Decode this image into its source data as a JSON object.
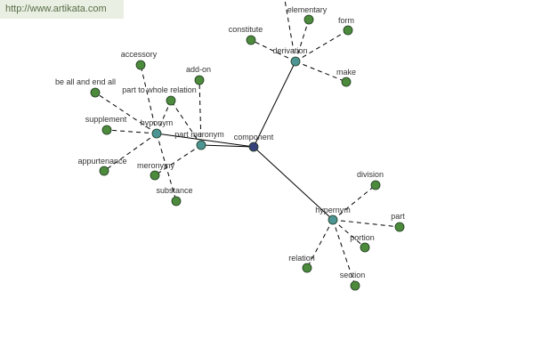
{
  "watermark": "http://www.artikata.com",
  "colors": {
    "center": "#35417a",
    "relation": "#4d9494",
    "leaf": "#4c8a3c",
    "outline": "#1f3a1f"
  },
  "nodes": [
    {
      "id": "component",
      "label": "component",
      "type": "center"
    },
    {
      "id": "derivation",
      "label": "derivation",
      "type": "relation"
    },
    {
      "id": "hypernym",
      "label": "hypernym",
      "type": "relation"
    },
    {
      "id": "hyponym",
      "label": "hyponym",
      "type": "relation"
    },
    {
      "id": "part_meronym",
      "label": "part meronym",
      "type": "relation"
    },
    {
      "id": "elementary",
      "label": "elementary",
      "type": "leaf"
    },
    {
      "id": "form",
      "label": "form",
      "type": "leaf"
    },
    {
      "id": "constitute",
      "label": "constitute",
      "type": "leaf"
    },
    {
      "id": "make",
      "label": "make",
      "type": "leaf"
    },
    {
      "id": "division",
      "label": "division",
      "type": "leaf"
    },
    {
      "id": "part",
      "label": "part",
      "type": "leaf"
    },
    {
      "id": "portion",
      "label": "portion",
      "type": "leaf"
    },
    {
      "id": "section",
      "label": "section",
      "type": "leaf"
    },
    {
      "id": "relation",
      "label": "relation",
      "type": "leaf"
    },
    {
      "id": "accessory",
      "label": "accessory",
      "type": "leaf"
    },
    {
      "id": "add_on",
      "label": "add-on",
      "type": "leaf"
    },
    {
      "id": "be_all",
      "label": "be all and end all",
      "type": "leaf"
    },
    {
      "id": "part_whole",
      "label": "part to whole relation",
      "type": "leaf"
    },
    {
      "id": "supplement",
      "label": "supplement",
      "type": "leaf"
    },
    {
      "id": "appurtenance",
      "label": "appurtenance",
      "type": "leaf"
    },
    {
      "id": "meronymy",
      "label": "meronymy",
      "type": "leaf"
    },
    {
      "id": "substance",
      "label": "substance",
      "type": "leaf"
    }
  ],
  "edges": [
    {
      "from": "component",
      "to": "derivation",
      "style": "solid"
    },
    {
      "from": "component",
      "to": "hypernym",
      "style": "solid"
    },
    {
      "from": "component",
      "to": "hyponym",
      "style": "solid"
    },
    {
      "from": "component",
      "to": "part_meronym",
      "style": "solid"
    },
    {
      "from": "derivation",
      "to": "elementary",
      "style": "dashed"
    },
    {
      "from": "derivation",
      "to": "form",
      "style": "dashed"
    },
    {
      "from": "derivation",
      "to": "constitute",
      "style": "dashed"
    },
    {
      "from": "derivation",
      "to": "make",
      "style": "dashed"
    },
    {
      "from": "derivation",
      "to": "offscreen",
      "style": "dashed"
    },
    {
      "from": "hypernym",
      "to": "division",
      "style": "dashed"
    },
    {
      "from": "hypernym",
      "to": "part",
      "style": "dashed"
    },
    {
      "from": "hypernym",
      "to": "portion",
      "style": "dashed"
    },
    {
      "from": "hypernym",
      "to": "section",
      "style": "dashed"
    },
    {
      "from": "hypernym",
      "to": "relation",
      "style": "dashed"
    },
    {
      "from": "hyponym",
      "to": "accessory",
      "style": "dashed"
    },
    {
      "from": "hyponym",
      "to": "be_all",
      "style": "dashed"
    },
    {
      "from": "hyponym",
      "to": "supplement",
      "style": "dashed"
    },
    {
      "from": "hyponym",
      "to": "appurtenance",
      "style": "dashed"
    },
    {
      "from": "hyponym",
      "to": "substance",
      "style": "dashed"
    },
    {
      "from": "hyponym",
      "to": "part_whole",
      "style": "dashed"
    },
    {
      "from": "part_meronym",
      "to": "add_on",
      "style": "dashed"
    },
    {
      "from": "part_meronym",
      "to": "part_whole",
      "style": "dashed"
    },
    {
      "from": "part_meronym",
      "to": "meronymy",
      "style": "dashed"
    }
  ]
}
